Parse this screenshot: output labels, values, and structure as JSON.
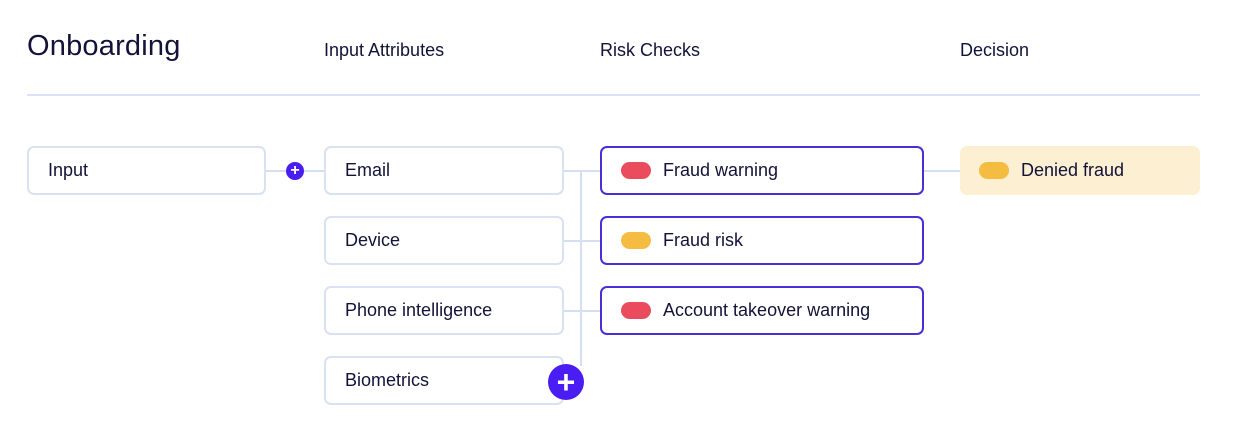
{
  "header": {
    "title": "Onboarding",
    "columns": [
      "Input Attributes",
      "Risk Checks",
      "Decision"
    ]
  },
  "input_node": {
    "label": "Input"
  },
  "attributes": [
    "Email",
    "Device",
    "Phone intelligence",
    "Biometrics"
  ],
  "risk_checks": [
    {
      "label": "Fraud warning",
      "status_color": "#ea4c5d"
    },
    {
      "label": "Fraud risk",
      "status_color": "#f5bc42"
    },
    {
      "label": "Account takeover warning",
      "status_color": "#ea4c5d"
    }
  ],
  "decision": {
    "label": "Denied fraud",
    "status_color": "#f5bc42"
  },
  "icons": {
    "add_small": "+",
    "add_large": "+"
  },
  "colors": {
    "accent": "#4a1df2",
    "risk_border": "#4a2ed6",
    "neutral_border": "#d9e1f2",
    "decision_bg": "#fcefd2"
  }
}
